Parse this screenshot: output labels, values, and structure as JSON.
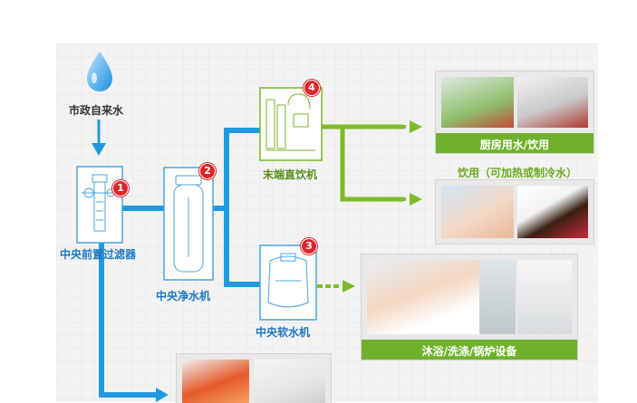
{
  "source": {
    "label": "市政自来水"
  },
  "stages": {
    "prefilter": {
      "label": "中央前置过滤器",
      "badge": "1"
    },
    "purifier": {
      "label": "中央净水机",
      "badge": "2"
    },
    "softener": {
      "label": "中央软水机",
      "badge": "3"
    },
    "terminal": {
      "label": "末端直饮机",
      "badge": "4"
    }
  },
  "outputs": {
    "kitchen": {
      "caption": "厨房用水/饮用"
    },
    "drinking": {
      "caption": "饮用（可加热或制冷水）"
    },
    "bathing": {
      "caption": "沐浴/洗涤/锅炉设备"
    }
  },
  "colors": {
    "blue_pipe": "#1f9ae0",
    "green_pipe": "#7dbb2a",
    "device_outline": "#4aa3e0",
    "terminal_outline": "#77b52a",
    "badge": "#e0252b",
    "caption_bar": "#6fb12c"
  }
}
